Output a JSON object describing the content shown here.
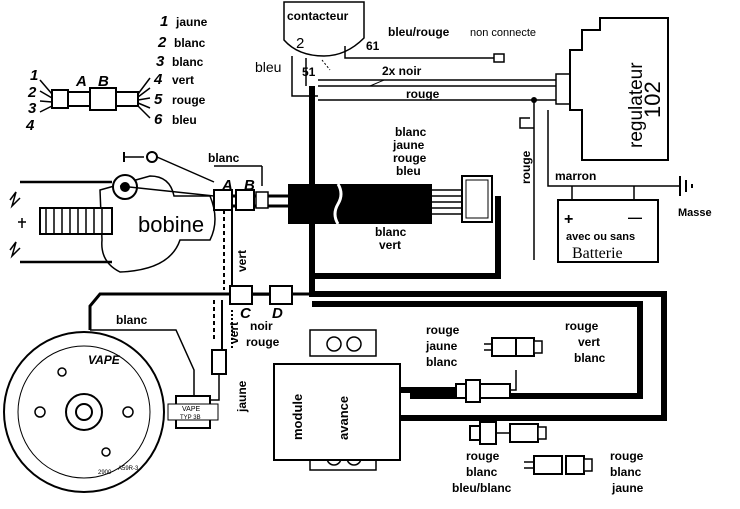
{
  "legend": {
    "items": [
      {
        "num": "1",
        "color": "jaune"
      },
      {
        "num": "2",
        "color": "blanc"
      },
      {
        "num": "3",
        "color": "blanc"
      },
      {
        "num": "4",
        "color": "vert"
      },
      {
        "num": "5",
        "color": "rouge"
      },
      {
        "num": "6",
        "color": "bleu"
      }
    ],
    "connector_a": "A",
    "connector_b": "B"
  },
  "contacteur": {
    "title": "contacteur",
    "t2": "2",
    "t61": "61",
    "t51": "51",
    "bleu": "bleu"
  },
  "top_wires": {
    "bleu_rouge": "bleu/rouge",
    "non_connecte": "non connecte",
    "deux_noir": "2x noir",
    "rouge": "rouge"
  },
  "regulateur": {
    "label": "regulateur",
    "model": "102"
  },
  "right_side": {
    "rouge_vertical": "rouge",
    "marron": "marron",
    "masse": "Masse"
  },
  "batterie": {
    "plus": "+",
    "minus": "—",
    "avec": "avec ou sans",
    "label": "Batterie"
  },
  "bundle": {
    "l1": "blanc",
    "l2": "jaune",
    "l3": "rouge",
    "l4": "bleu",
    "b1": "blanc",
    "b2": "vert"
  },
  "bobine": {
    "label": "bobine",
    "blanc": "blanc",
    "a": "A",
    "b": "B"
  },
  "middle": {
    "vert": "vert",
    "c": "C",
    "d": "D",
    "noir": "noir",
    "rouge": "rouge",
    "vert2": "vert",
    "jaune": "jaune",
    "blanc": "blanc"
  },
  "module": {
    "left": "module",
    "right": "avance"
  },
  "conn_right_upper": {
    "l1": "rouge",
    "l2": "jaune",
    "l3": "blanc",
    "r1": "rouge",
    "r2": "vert",
    "r3": "blanc"
  },
  "conn_right_lower": {
    "l1": "rouge",
    "l2": "blanc",
    "l3": "bleu/blanc",
    "r1": "rouge",
    "r2": "blanc",
    "r3": "jaune"
  },
  "vape": {
    "line1": "VAPE",
    "line2": "TYP 3B"
  },
  "stator": {
    "brand": "VAPE",
    "ref": "A59R-3",
    "num": "2900"
  }
}
